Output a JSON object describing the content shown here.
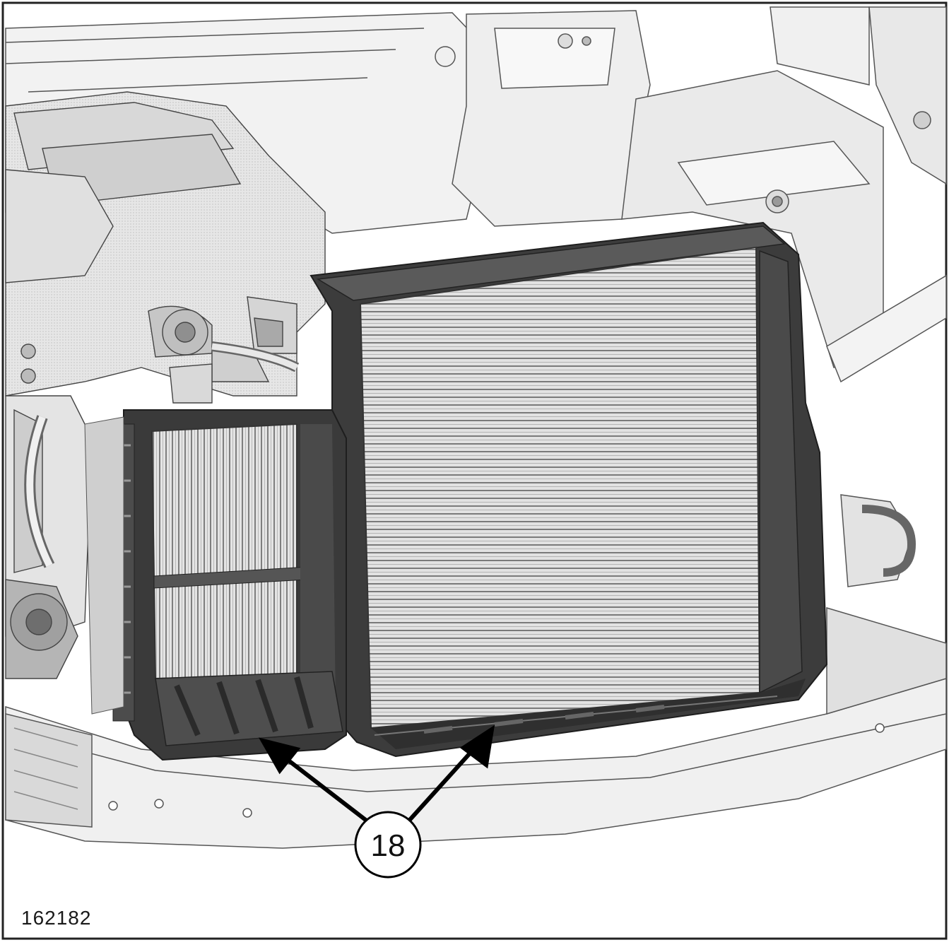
{
  "figure": {
    "id_label": "162182",
    "callout": {
      "number": "18",
      "targets": [
        "small-charge-air-cooler-lower-edge",
        "radiator-lower-edge"
      ]
    }
  },
  "colors": {
    "line": "#2a2a2a",
    "light_fill": "#ededed",
    "mid_fill": "#c9c9c9",
    "dark_fill": "#3c3c3c",
    "core_light": "#dcdcdc",
    "core_dark": "#8a8a8a"
  }
}
